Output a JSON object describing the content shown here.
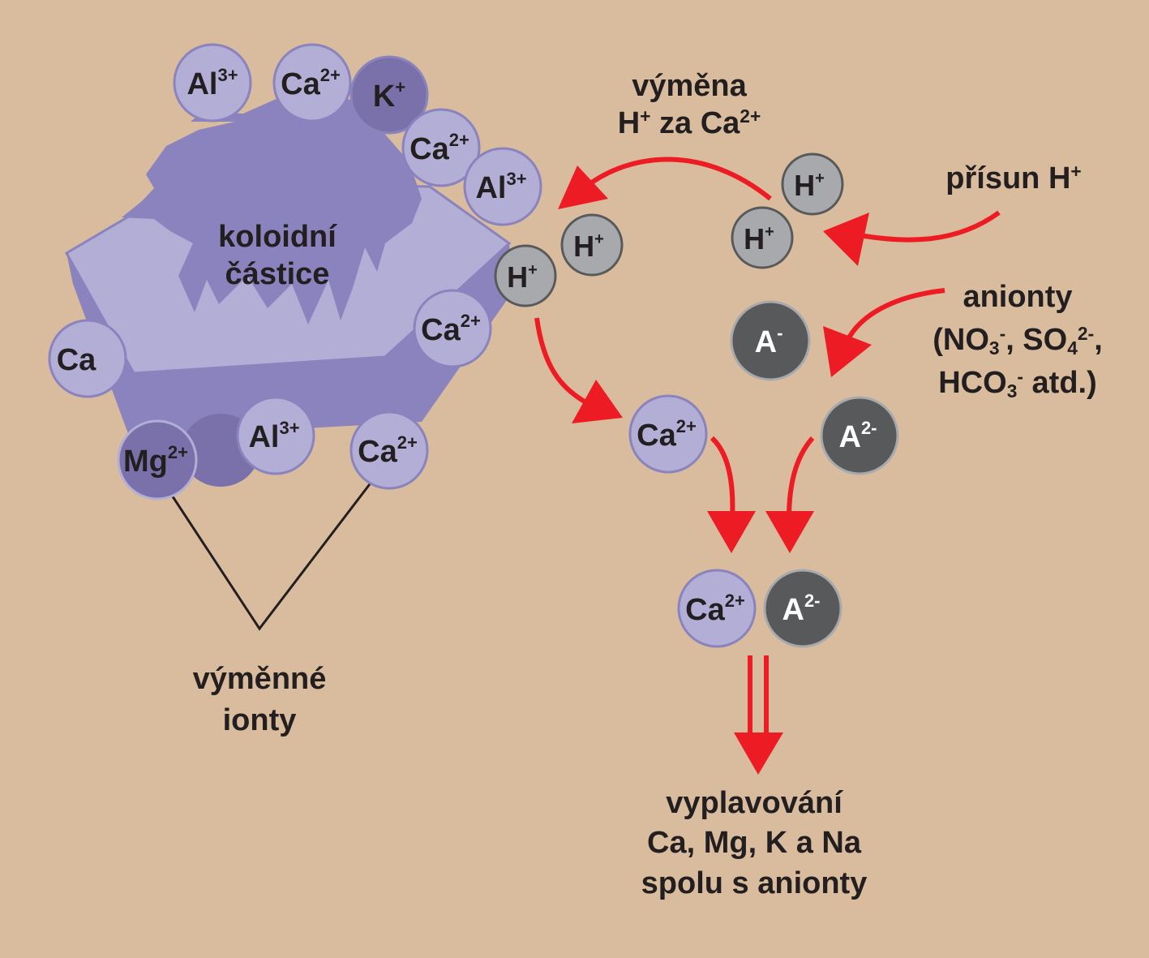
{
  "colors": {
    "background": "#d9bc9d",
    "ion_light": "#b3aed6",
    "ion_medium": "#7a71ab",
    "ion_grey": "#a7a9ac",
    "ion_dark": "#58595b",
    "arrow": "#ed1c24",
    "particle_top": "#b3aed6",
    "particle_side": "#8a83bd",
    "particle_blob": "#8a83bd"
  },
  "labels": {
    "particle_line1": "koloidní",
    "particle_line2": "částice",
    "exchange_line1": "výměna",
    "exchange_h": "H",
    "exchange_h_charge": "+",
    "exchange_za": " za Ca",
    "exchange_ca_charge": "2+",
    "supply_text": "přísun H",
    "supply_charge": "+",
    "anions_line1": "anionty",
    "anions_no": "(NO",
    "anions_no_sub": "3",
    "anions_no_sup": "-",
    "anions_so": ", SO",
    "anions_so_sub": "4",
    "anions_so_sup": "2-",
    "anions_comma": ",",
    "anions_hco": "HCO",
    "anions_hco_sub": "3",
    "anions_hco_sup": "-",
    "anions_atd": " atd.)",
    "exchangeable_line1": "výměnné",
    "exchangeable_line2": "ionty",
    "leaching_line1": "vyplavování",
    "leaching_line2": "Ca, Mg, K a Na",
    "leaching_line3": "spolu s anionty"
  },
  "ions": {
    "al_top": {
      "base": "Al",
      "charge": "3+"
    },
    "ca_top": {
      "base": "Ca",
      "charge": "2+"
    },
    "k_top": {
      "base": "K",
      "charge": "+"
    },
    "ca_right1": {
      "base": "Ca",
      "charge": "2+"
    },
    "al_right": {
      "base": "Al",
      "charge": "3+"
    },
    "h_particle": {
      "base": "H",
      "charge": "+"
    },
    "h_near": {
      "base": "H",
      "charge": "+"
    },
    "ca_right2": {
      "base": "Ca",
      "charge": "2+"
    },
    "ca_left": {
      "base": "Ca",
      "charge": ""
    },
    "mg_bottom": {
      "base": "Mg",
      "charge": "2+"
    },
    "al_bottom": {
      "base": "Al",
      "charge": "3+"
    },
    "ca_bottom": {
      "base": "Ca",
      "charge": "2+"
    },
    "h_upper": {
      "base": "H",
      "charge": "+"
    },
    "h_lower": {
      "base": "H",
      "charge": "+"
    },
    "a_minus": {
      "base": "A",
      "charge": "-"
    },
    "ca_free": {
      "base": "Ca",
      "charge": "2+"
    },
    "a2_free": {
      "base": "A",
      "charge": "2-"
    },
    "ca_pair": {
      "base": "Ca",
      "charge": "2+"
    },
    "a2_pair": {
      "base": "A",
      "charge": "2-"
    }
  }
}
